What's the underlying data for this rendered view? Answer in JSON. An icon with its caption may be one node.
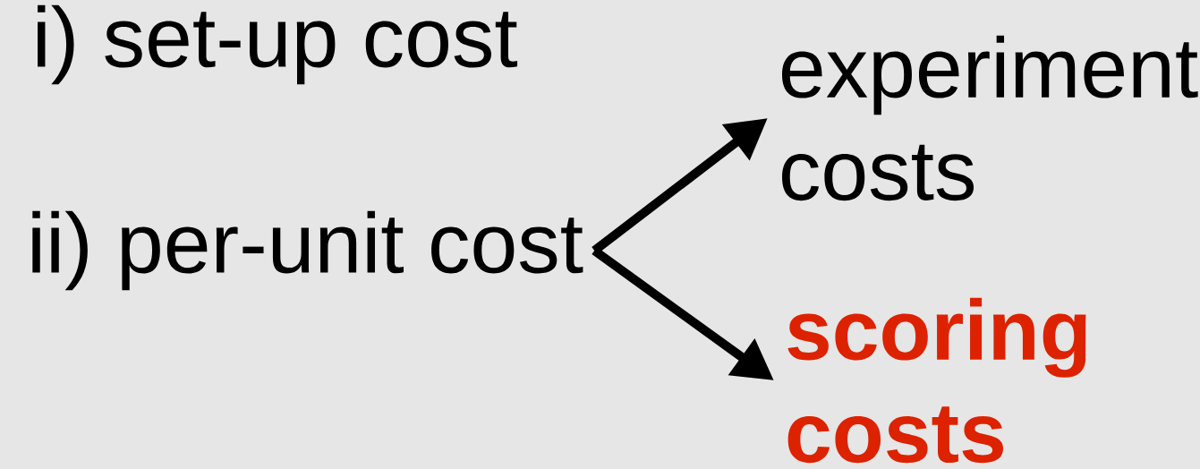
{
  "diagram": {
    "nodes": [
      {
        "text": [
          "ii) per-unit cost"
        ]
      },
      {
        "text": [
          "experiment costs"
        ]
      },
      {
        "text": [
          "scoring costs"
        ]
      }
    ],
    "edges": [
      {
        "from": 0,
        "to": 1,
        "arrow": "to"
      },
      {
        "from": 0,
        "to": 2,
        "arrow": "to"
      }
    ],
    "labels": [
      "i) set-up cost"
    ]
  }
}
